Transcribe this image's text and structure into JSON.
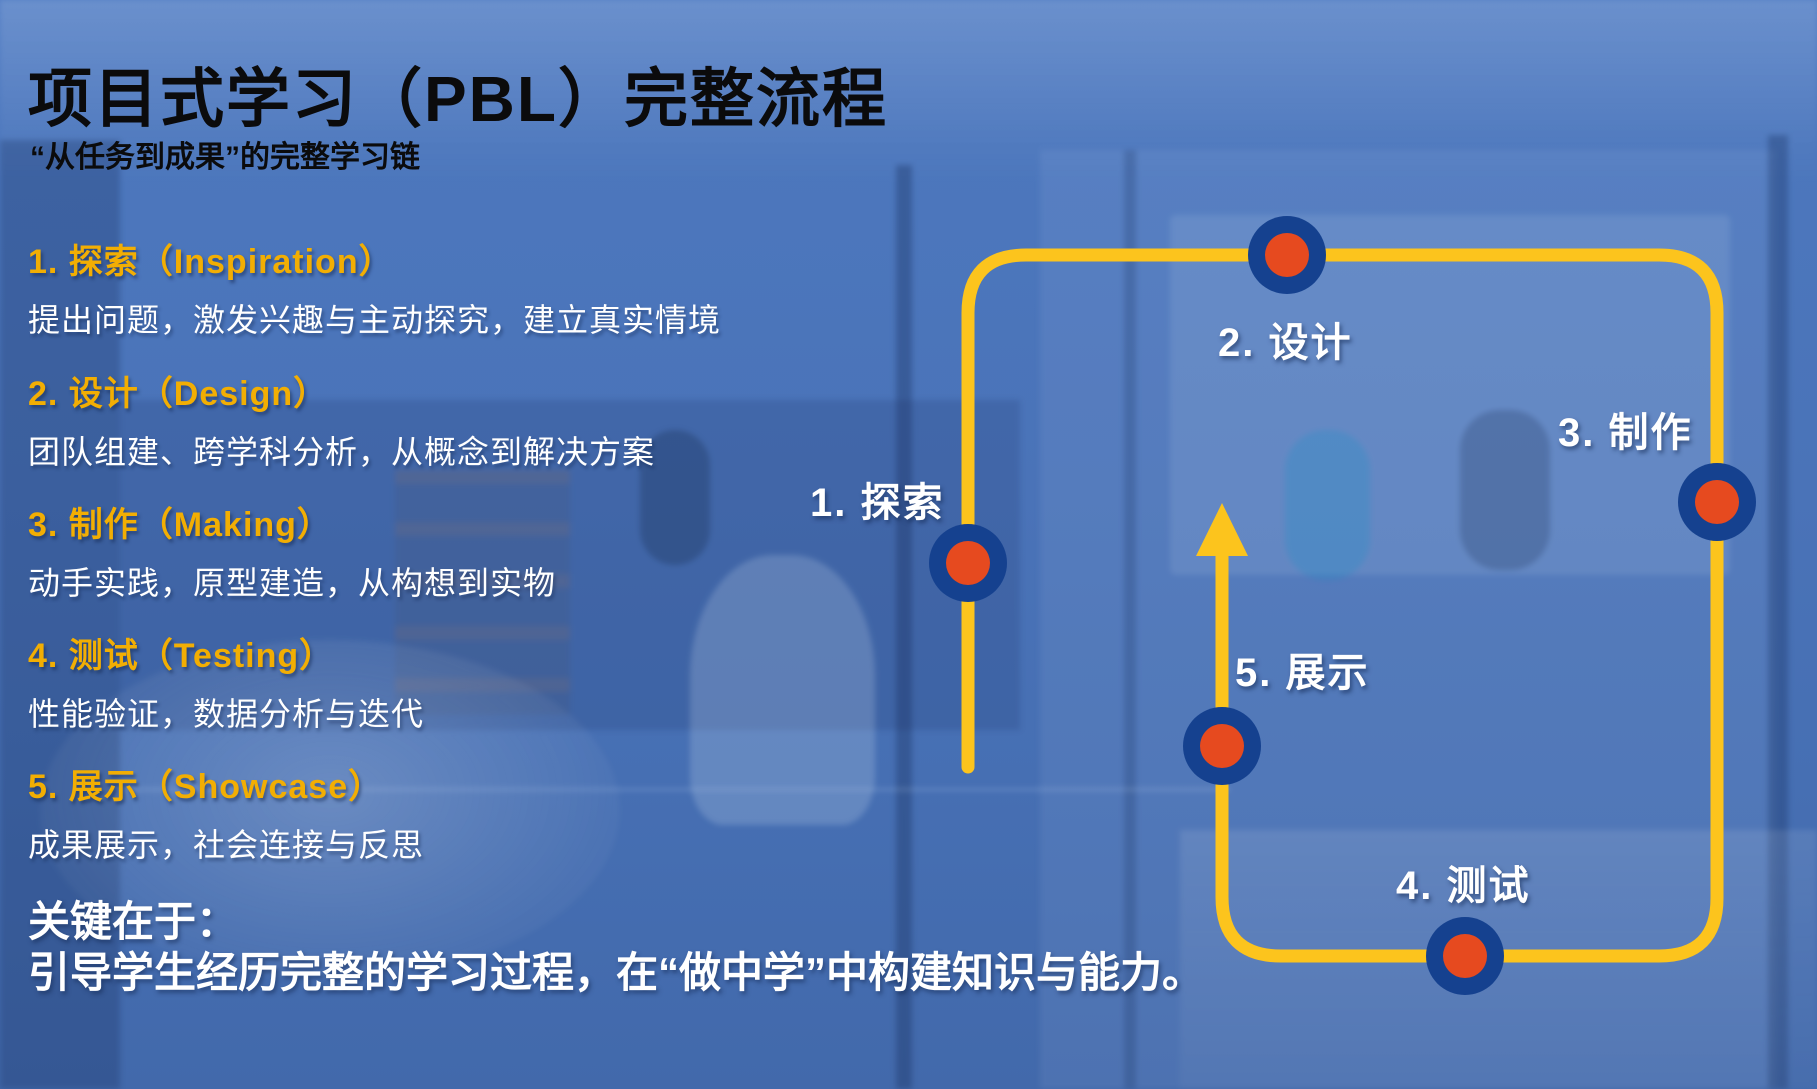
{
  "page": {
    "title": "项目式学习（PBL）完整流程",
    "subtitle": "“从任务到成果”的完整学习链"
  },
  "steps": [
    {
      "heading": "1. 探索（Inspiration）",
      "desc": "提出问题，激发兴趣与主动探究，建立真实情境"
    },
    {
      "heading": "2. 设计（Design）",
      "desc": "团队组建、跨学科分析，从概念到解决方案"
    },
    {
      "heading": "3. 制作（Making）",
      "desc": "动手实践，原型建造，从构想到实物"
    },
    {
      "heading": "4. 测试（Testing）",
      "desc": "性能验证，数据分析与迭代"
    },
    {
      "heading": "5. 展示（Showcase）",
      "desc": "成果展示，社会连接与反思"
    }
  ],
  "key_message": {
    "lead": "关键在于：",
    "body": "引导学生经历完整的学习过程，在“做中学”中构建知识与能力。"
  },
  "diagram": {
    "nodes": [
      {
        "label": "1. 探索"
      },
      {
        "label": "2. 设计"
      },
      {
        "label": "3. 制作"
      },
      {
        "label": "4. 测试"
      },
      {
        "label": "5. 展示"
      }
    ]
  },
  "colors": {
    "bg-blue": "#4a73b8",
    "accent-gold": "#F2AE03",
    "path-yellow": "#FCC41D",
    "node-navy": "#15418F",
    "node-orange": "#E64A1F",
    "text-dark": "#0b0b0c",
    "text-light": "#ffffff"
  }
}
